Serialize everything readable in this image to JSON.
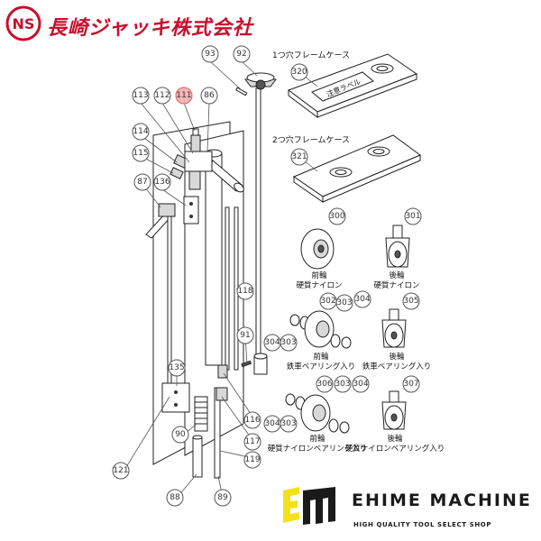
{
  "header": {
    "maker_name": "長崎ジャッキ株式会社",
    "logo_letters": "NS"
  },
  "brand": {
    "name": "EHIME MACHINE",
    "tagline": "HIGH QUALITY TOOL SELECT SHOP",
    "accent_color": "#f5e11a"
  },
  "cases": {
    "single_hole_title": "1つ穴フレームケース",
    "double_hole_title": "2つ穴フレームケース",
    "caution_label": "注意ラベル"
  },
  "captions": {
    "front_wheel_1": "前輪",
    "front_wheel_1_sub": "硬質ナイロン",
    "rear_wheel_1": "後輪",
    "rear_wheel_1_sub": "硬質ナイロン",
    "front_wheel_2": "前輪",
    "front_wheel_2_sub": "鉄車ベアリング入り",
    "rear_wheel_2": "後輪",
    "rear_wheel_2_sub": "鉄車ベアリング入り",
    "front_wheel_3": "前輪",
    "front_wheel_3_sub": "硬質ナイロンベアリング入り",
    "rear_wheel_3": "後輪",
    "rear_wheel_3_sub": "硬質ナイロンベアリング入り"
  },
  "callouts": {
    "c93": "93",
    "c92": "92",
    "c113": "113",
    "c112": "112",
    "c111": "111",
    "c86": "86",
    "c114": "114",
    "c115": "115",
    "c87": "87",
    "c136": "136",
    "c320": "320",
    "c321": "321",
    "c300": "300",
    "c301": "301",
    "c302": "302",
    "c303a": "303",
    "c304a": "304",
    "c304b": "304",
    "c303b": "303",
    "c305": "305",
    "c118": "118",
    "c91": "91",
    "c135": "135",
    "c306": "306",
    "c303c": "303",
    "c304c": "304",
    "c304d": "304",
    "c303d": "303",
    "c307": "307",
    "c116": "116",
    "c117": "117",
    "c90": "90",
    "c119": "119",
    "c121": "121",
    "c88": "88",
    "c89": "89"
  },
  "highlight_color": "#e06060"
}
